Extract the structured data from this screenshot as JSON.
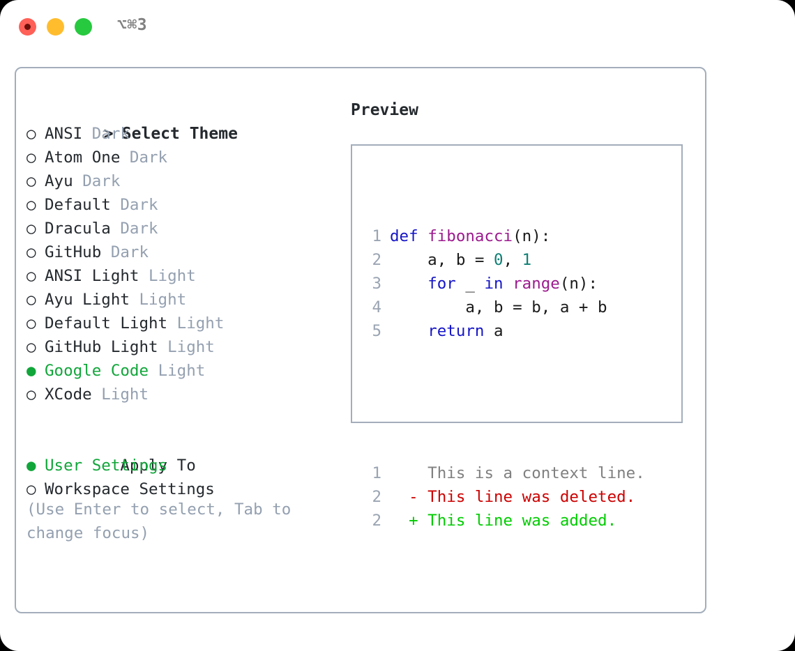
{
  "titlebar": {
    "shortcut": "⌥⌘3",
    "lights": [
      {
        "name": "close",
        "color": "#ff6057"
      },
      {
        "name": "minimize",
        "color": "#ffbd2e"
      },
      {
        "name": "maximize",
        "color": "#27c93f"
      }
    ]
  },
  "theme_picker": {
    "header": {
      "caret": ">",
      "title": "Select Theme"
    },
    "marker_unselected": "○",
    "marker_selected": "●",
    "items": [
      {
        "name": "ANSI",
        "variant": "Dark",
        "selected": false
      },
      {
        "name": "Atom One",
        "variant": "Dark",
        "selected": false
      },
      {
        "name": "Ayu",
        "variant": "Dark",
        "selected": false
      },
      {
        "name": "Default",
        "variant": "Dark",
        "selected": false
      },
      {
        "name": "Dracula",
        "variant": "Dark",
        "selected": false
      },
      {
        "name": "GitHub",
        "variant": "Dark",
        "selected": false
      },
      {
        "name": "ANSI Light",
        "variant": "Light",
        "selected": false
      },
      {
        "name": "Ayu Light",
        "variant": "Light",
        "selected": false
      },
      {
        "name": "Default Light",
        "variant": "Light",
        "selected": false
      },
      {
        "name": "GitHub Light",
        "variant": "Light",
        "selected": false
      },
      {
        "name": "Google Code",
        "variant": "Light",
        "selected": true
      },
      {
        "name": "XCode",
        "variant": "Light",
        "selected": false
      }
    ]
  },
  "apply_to": {
    "title": "Apply To",
    "options": [
      {
        "name": "User Settings",
        "selected": true
      },
      {
        "name": "Workspace Settings",
        "selected": false
      }
    ]
  },
  "hint": "(Use Enter to select, Tab to change focus)",
  "preview": {
    "title": "Preview",
    "code_lines": [
      {
        "no": "1",
        "tokens": [
          {
            "t": "def",
            "c": "kw"
          },
          {
            "t": " ",
            "c": "txt"
          },
          {
            "t": "fibonacci",
            "c": "fn"
          },
          {
            "t": "(n):",
            "c": "txt"
          }
        ]
      },
      {
        "no": "2",
        "tokens": [
          {
            "t": "    a, b = ",
            "c": "txt"
          },
          {
            "t": "0",
            "c": "num"
          },
          {
            "t": ", ",
            "c": "txt"
          },
          {
            "t": "1",
            "c": "num"
          }
        ]
      },
      {
        "no": "3",
        "tokens": [
          {
            "t": "    ",
            "c": "txt"
          },
          {
            "t": "for",
            "c": "kw"
          },
          {
            "t": " _ ",
            "c": "txt"
          },
          {
            "t": "in",
            "c": "kw"
          },
          {
            "t": " ",
            "c": "txt"
          },
          {
            "t": "range",
            "c": "fn"
          },
          {
            "t": "(n):",
            "c": "txt"
          }
        ]
      },
      {
        "no": "4",
        "tokens": [
          {
            "t": "        a, b = b, a + b",
            "c": "txt"
          }
        ]
      },
      {
        "no": "5",
        "tokens": [
          {
            "t": "    ",
            "c": "txt"
          },
          {
            "t": "return",
            "c": "kw"
          },
          {
            "t": " a",
            "c": "txt"
          }
        ]
      }
    ],
    "diff_lines": [
      {
        "no": "1",
        "sign": " ",
        "text": " This is a context line.",
        "kind": "ctx"
      },
      {
        "no": "2",
        "sign": "-",
        "text": " This line was deleted.",
        "kind": "del"
      },
      {
        "no": "2",
        "sign": "+",
        "text": " This line was added.",
        "kind": "add"
      }
    ]
  },
  "colors": {
    "accent_green": "#11a63a",
    "muted": "#94a0b0",
    "border": "#a3adbb",
    "keyword": "#1515c7",
    "function": "#9c1a8e",
    "number": "#0e7f74",
    "diff_deleted": "#cc0000",
    "diff_added": "#00cc00"
  }
}
